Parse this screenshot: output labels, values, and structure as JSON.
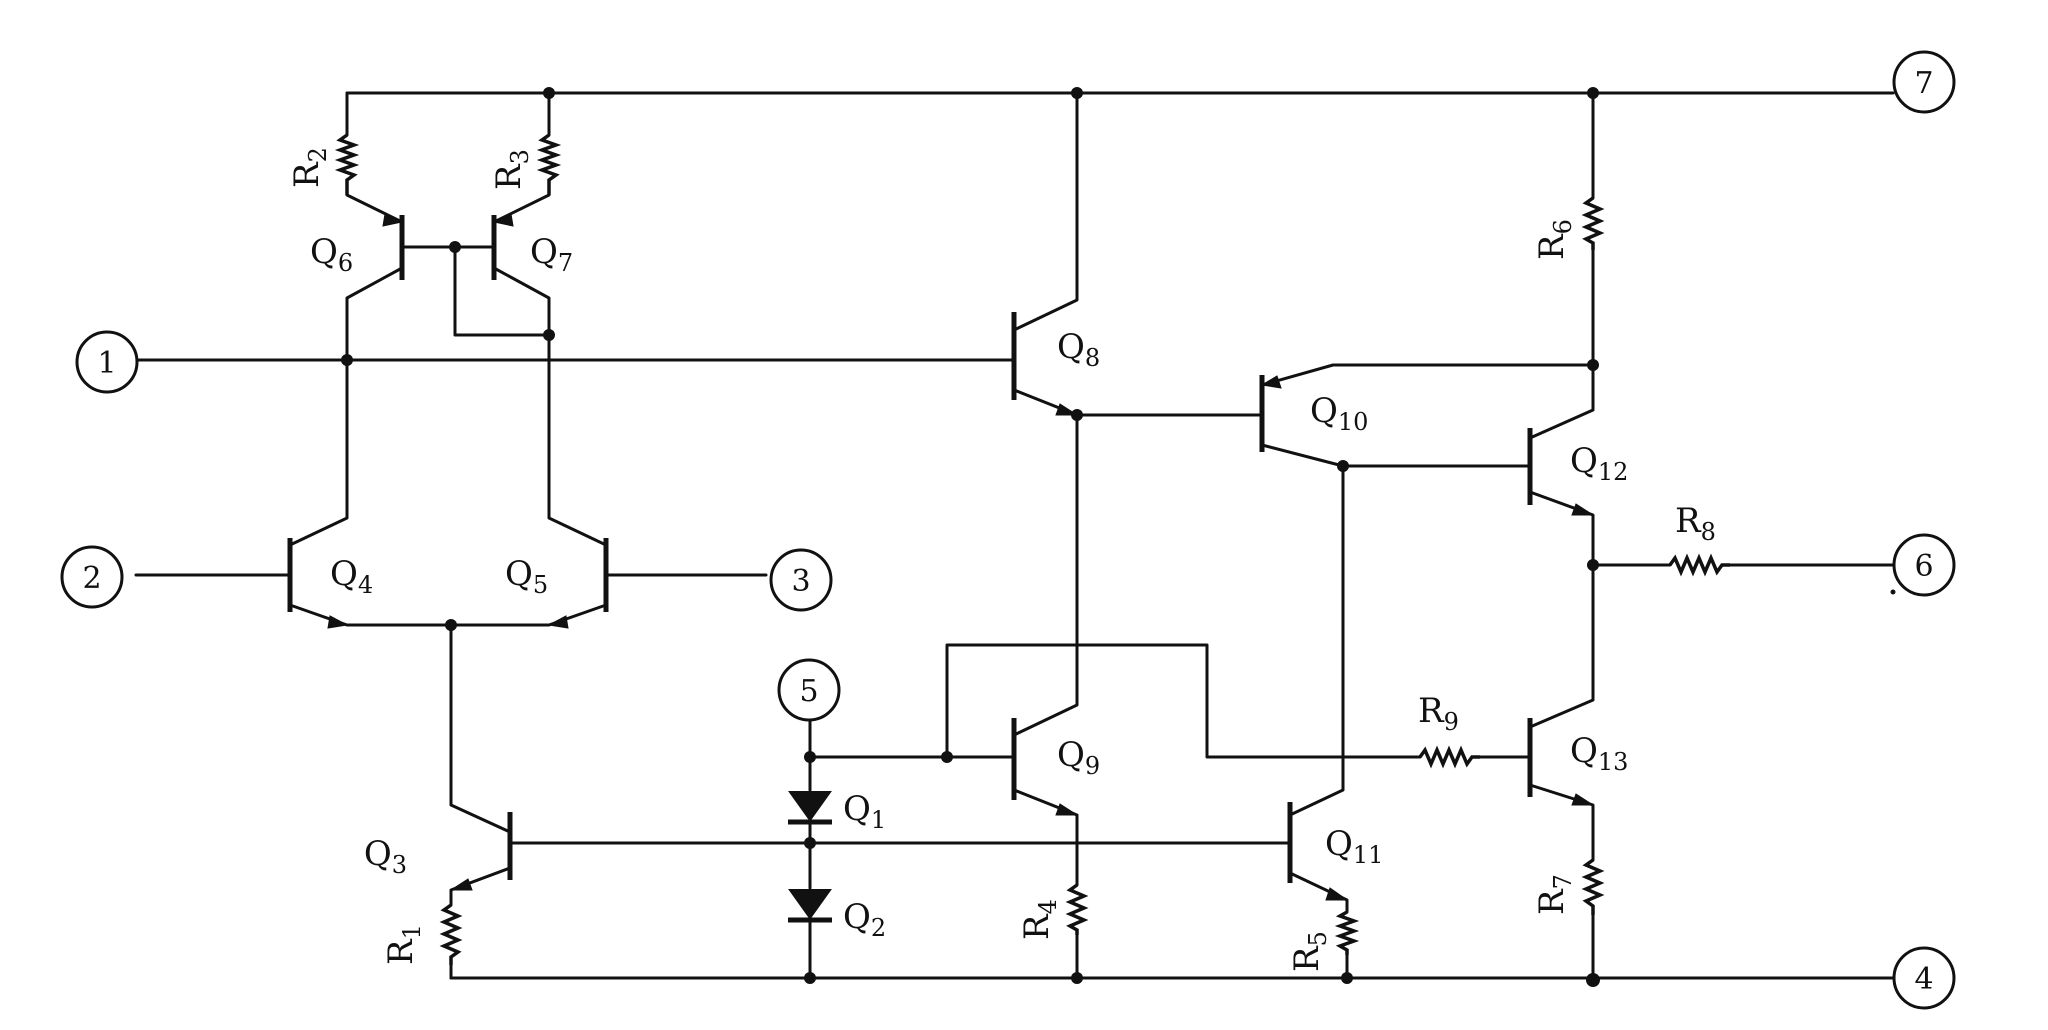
{
  "diagram": {
    "terminals": [
      {
        "id": "t1",
        "label": "1"
      },
      {
        "id": "t2",
        "label": "2"
      },
      {
        "id": "t3",
        "label": "3"
      },
      {
        "id": "t4",
        "label": "4"
      },
      {
        "id": "t5",
        "label": "5"
      },
      {
        "id": "t6",
        "label": "6"
      },
      {
        "id": "t7",
        "label": "7"
      }
    ],
    "transistors": [
      {
        "id": "Q3",
        "letter": "Q",
        "sub": "3"
      },
      {
        "id": "Q4",
        "letter": "Q",
        "sub": "4"
      },
      {
        "id": "Q5",
        "letter": "Q",
        "sub": "5"
      },
      {
        "id": "Q6",
        "letter": "Q",
        "sub": "6"
      },
      {
        "id": "Q7",
        "letter": "Q",
        "sub": "7"
      },
      {
        "id": "Q8",
        "letter": "Q",
        "sub": "8"
      },
      {
        "id": "Q9",
        "letter": "Q",
        "sub": "9"
      },
      {
        "id": "Q10",
        "letter": "Q",
        "sub": "10"
      },
      {
        "id": "Q11",
        "letter": "Q",
        "sub": "11"
      },
      {
        "id": "Q12",
        "letter": "Q",
        "sub": "12"
      },
      {
        "id": "Q13",
        "letter": "Q",
        "sub": "13"
      }
    ],
    "diodes": [
      {
        "id": "Q1",
        "letter": "Q",
        "sub": "1"
      },
      {
        "id": "Q2",
        "letter": "Q",
        "sub": "2"
      }
    ],
    "resistors": [
      {
        "id": "R1",
        "letter": "R",
        "sub": "1"
      },
      {
        "id": "R2",
        "letter": "R",
        "sub": "2"
      },
      {
        "id": "R3",
        "letter": "R",
        "sub": "3"
      },
      {
        "id": "R4",
        "letter": "R",
        "sub": "4"
      },
      {
        "id": "R5",
        "letter": "R",
        "sub": "5"
      },
      {
        "id": "R6",
        "letter": "R",
        "sub": "6"
      },
      {
        "id": "R7",
        "letter": "R",
        "sub": "7"
      },
      {
        "id": "R8",
        "letter": "R",
        "sub": "8"
      },
      {
        "id": "R9",
        "letter": "R",
        "sub": "9"
      }
    ]
  }
}
